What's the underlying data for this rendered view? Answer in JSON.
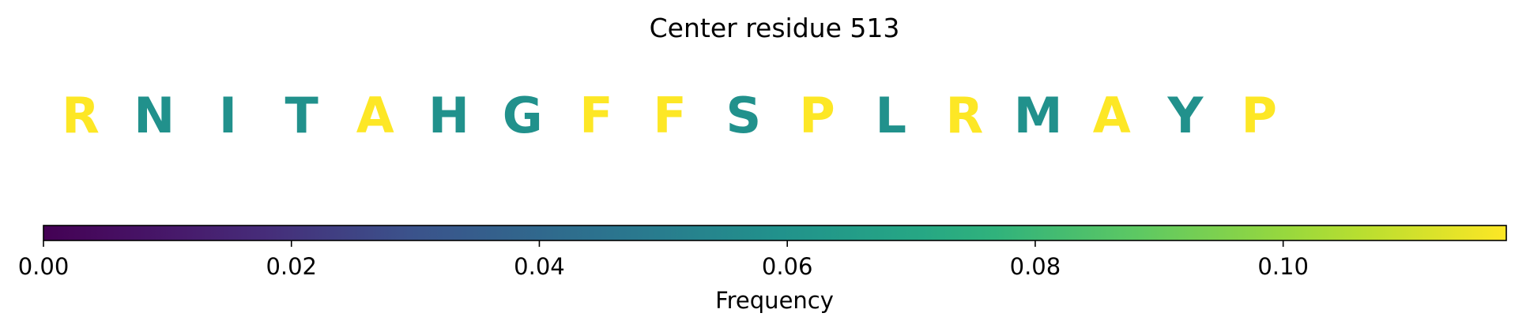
{
  "chart_data": {
    "type": "sequence-colormap",
    "title": "Center residue 513",
    "residues": [
      {
        "letter": "R",
        "frequency": 0.118
      },
      {
        "letter": "N",
        "frequency": 0.059
      },
      {
        "letter": "I",
        "frequency": 0.059
      },
      {
        "letter": "T",
        "frequency": 0.059
      },
      {
        "letter": "A",
        "frequency": 0.118
      },
      {
        "letter": "H",
        "frequency": 0.059
      },
      {
        "letter": "G",
        "frequency": 0.059
      },
      {
        "letter": "F",
        "frequency": 0.118
      },
      {
        "letter": "F",
        "frequency": 0.118
      },
      {
        "letter": "S",
        "frequency": 0.059
      },
      {
        "letter": "P",
        "frequency": 0.118
      },
      {
        "letter": "L",
        "frequency": 0.059
      },
      {
        "letter": "R",
        "frequency": 0.118
      },
      {
        "letter": "M",
        "frequency": 0.059
      },
      {
        "letter": "A",
        "frequency": 0.118
      },
      {
        "letter": "Y",
        "frequency": 0.059
      },
      {
        "letter": "P",
        "frequency": 0.118
      }
    ],
    "colorbar": {
      "label": "Frequency",
      "colormap": "viridis",
      "range": [
        0,
        0.118
      ],
      "ticks": [
        0.0,
        0.02,
        0.04,
        0.06,
        0.08,
        0.1
      ],
      "tick_labels": [
        "0.00",
        "0.02",
        "0.04",
        "0.06",
        "0.08",
        "0.10"
      ],
      "orientation": "horizontal"
    }
  }
}
